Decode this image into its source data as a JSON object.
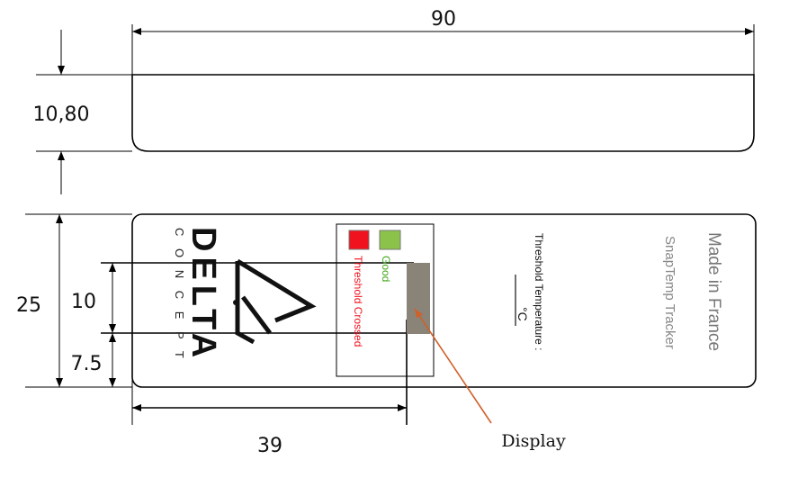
{
  "dimensions": {
    "width": "90",
    "thickness": "10,80",
    "height": "25",
    "display_height": "10",
    "bottom_offset": "7.5",
    "display_offset": "39"
  },
  "logo": {
    "name": "DELTA",
    "subtitle": "C O N C E P T"
  },
  "indicators": {
    "threshold_label": "Threshold Crossed",
    "good_label": "Good",
    "threshold_color": "#f0121e",
    "good_color": "#8bc34a",
    "display_color": "#8a8478"
  },
  "label": {
    "threshold_temperature": "Threshold Temperature :",
    "unit": "°C",
    "origin": "Made in France",
    "product": "SnapTemp Tracker"
  },
  "callout": {
    "display": "Display",
    "arrow_color": "#d0602a"
  }
}
